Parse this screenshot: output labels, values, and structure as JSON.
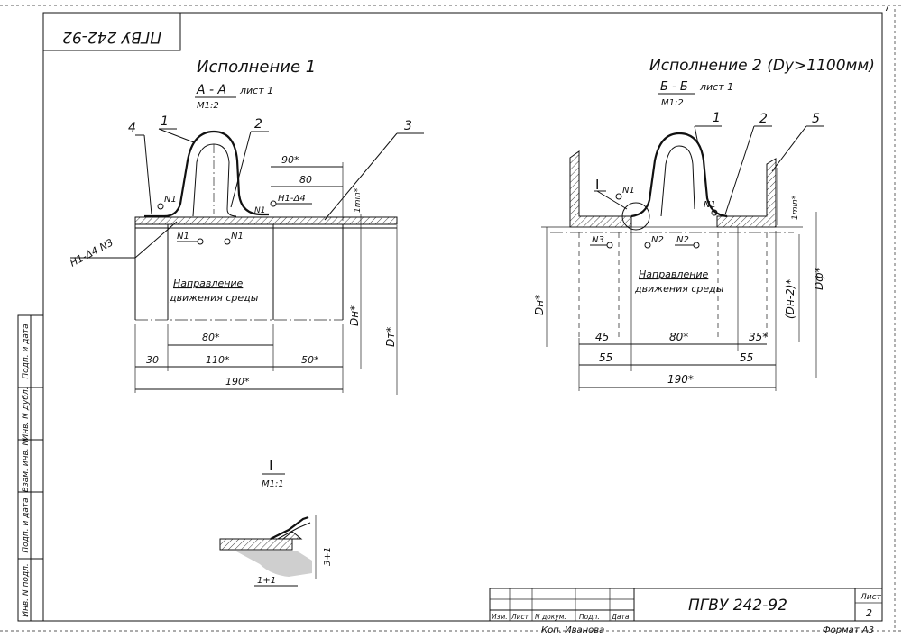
{
  "sheet": {
    "page_number": "7",
    "stamp_code_rotated": "ПГВУ 242-92",
    "designation": "ПГВУ 242-92",
    "sheet_label": "Лист",
    "sheet_number": "2",
    "copied_by": "Коп. Иванова",
    "format_label": "Формат А3",
    "title_cols": [
      "Изм.",
      "Лист",
      "N докум.",
      "Подп.",
      "Дата"
    ],
    "side_stamp": [
      "Подп. и дата",
      "Инв. N дубл.",
      "Взам. инв. N",
      "Подп. и дата",
      "Инв. N подл."
    ]
  },
  "variant1": {
    "title": "Исполнение 1",
    "section": "А - А",
    "section_sheet": "лист 1",
    "scale": "М1:2",
    "callouts": [
      "1",
      "2",
      "3",
      "4"
    ],
    "weld_labels": [
      "N1",
      "Н1-Δ4",
      "N1",
      "N1",
      "N1",
      "Н1-Δ4 N3"
    ],
    "flow_line1": "Направление",
    "flow_line2": "движения среды",
    "dims": [
      "90*",
      "80",
      "1min*",
      "80*",
      "30",
      "110*",
      "50*",
      "190*",
      "Dн*",
      "Dт*"
    ]
  },
  "variant2": {
    "title": "Исполнение 2 (Dу>1100мм)",
    "section": "Б - Б",
    "section_sheet": "лист 1",
    "scale": "М1:2",
    "callouts": [
      "1",
      "2",
      "5",
      "I"
    ],
    "weld_labels": [
      "N1",
      "N1",
      "N3",
      "N2",
      "N2"
    ],
    "flow_line1": "Направление",
    "flow_line2": "движения среды",
    "dims": [
      "1min*",
      "Dн*",
      "(Dн-2)*",
      "Dф*",
      "45",
      "80*",
      "35*",
      "55",
      "55",
      "190*"
    ]
  },
  "detail": {
    "label": "I",
    "scale": "М1:1",
    "dims": [
      "3+1",
      "1+1"
    ]
  }
}
